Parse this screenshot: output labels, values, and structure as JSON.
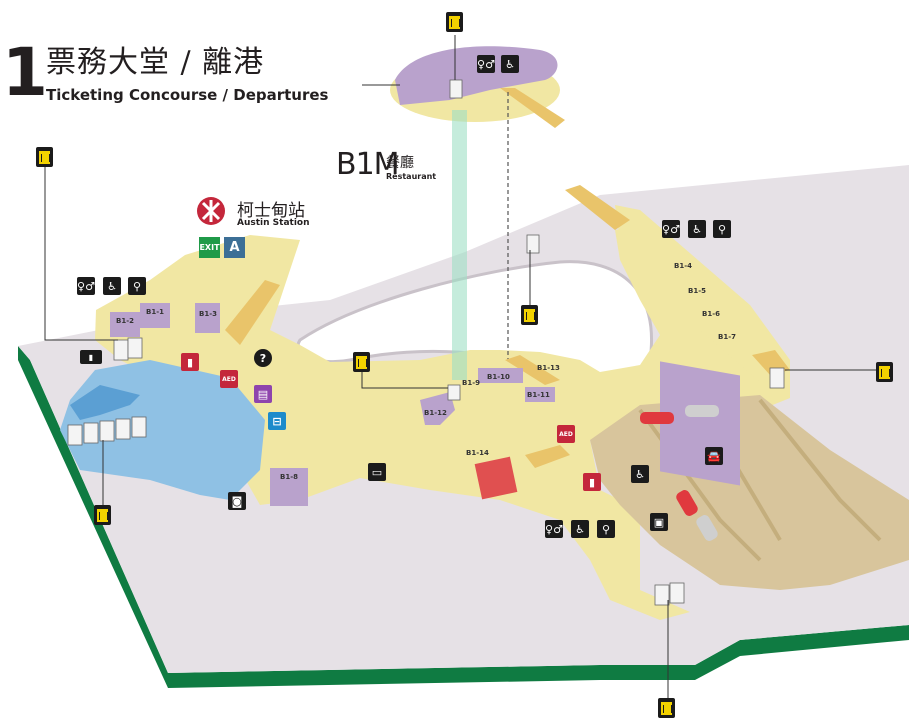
{
  "header": {
    "level": "1",
    "title_zh": "票務大堂 / 離港",
    "title_en": "Ticketing Concourse / Departures"
  },
  "restaurant_level": {
    "code": "B1M",
    "name_zh": "餐廳",
    "name_en": "Restaurant"
  },
  "mtr_station": {
    "name_zh": "柯士甸站",
    "name_en": "Austin Station",
    "exit_letter": "A",
    "exit_sign_text": "EXIT"
  },
  "shops": [
    "B1-1",
    "B1-2",
    "B1-3",
    "B1-4",
    "B1-5",
    "B1-6",
    "B1-7",
    "B1-8",
    "B1-9",
    "B1-10",
    "B1-11",
    "B1-12",
    "B1-13",
    "B1-14"
  ],
  "icons": {
    "aed_text": "AED",
    "info_text": "?",
    "toilet": "toilet-icon",
    "accessible": "wheelchair-icon",
    "baby_care": "baby-care-icon",
    "lift": "lift-icon",
    "car": "car-icon",
    "bus": "bus-icon",
    "ticketing": "ticket-office-icon",
    "customer_service": "customer-service-icon",
    "luggage": "luggage-icon",
    "charging": "charging-icon"
  },
  "colors": {
    "floor": "#f1e7a3",
    "concrete": "#e6e1e6",
    "water": "#8fc1e4",
    "purple": "#b9a2cc",
    "road": "#d8c59c",
    "green_base": "#0f7b42",
    "connector": "#9fe0c4"
  }
}
